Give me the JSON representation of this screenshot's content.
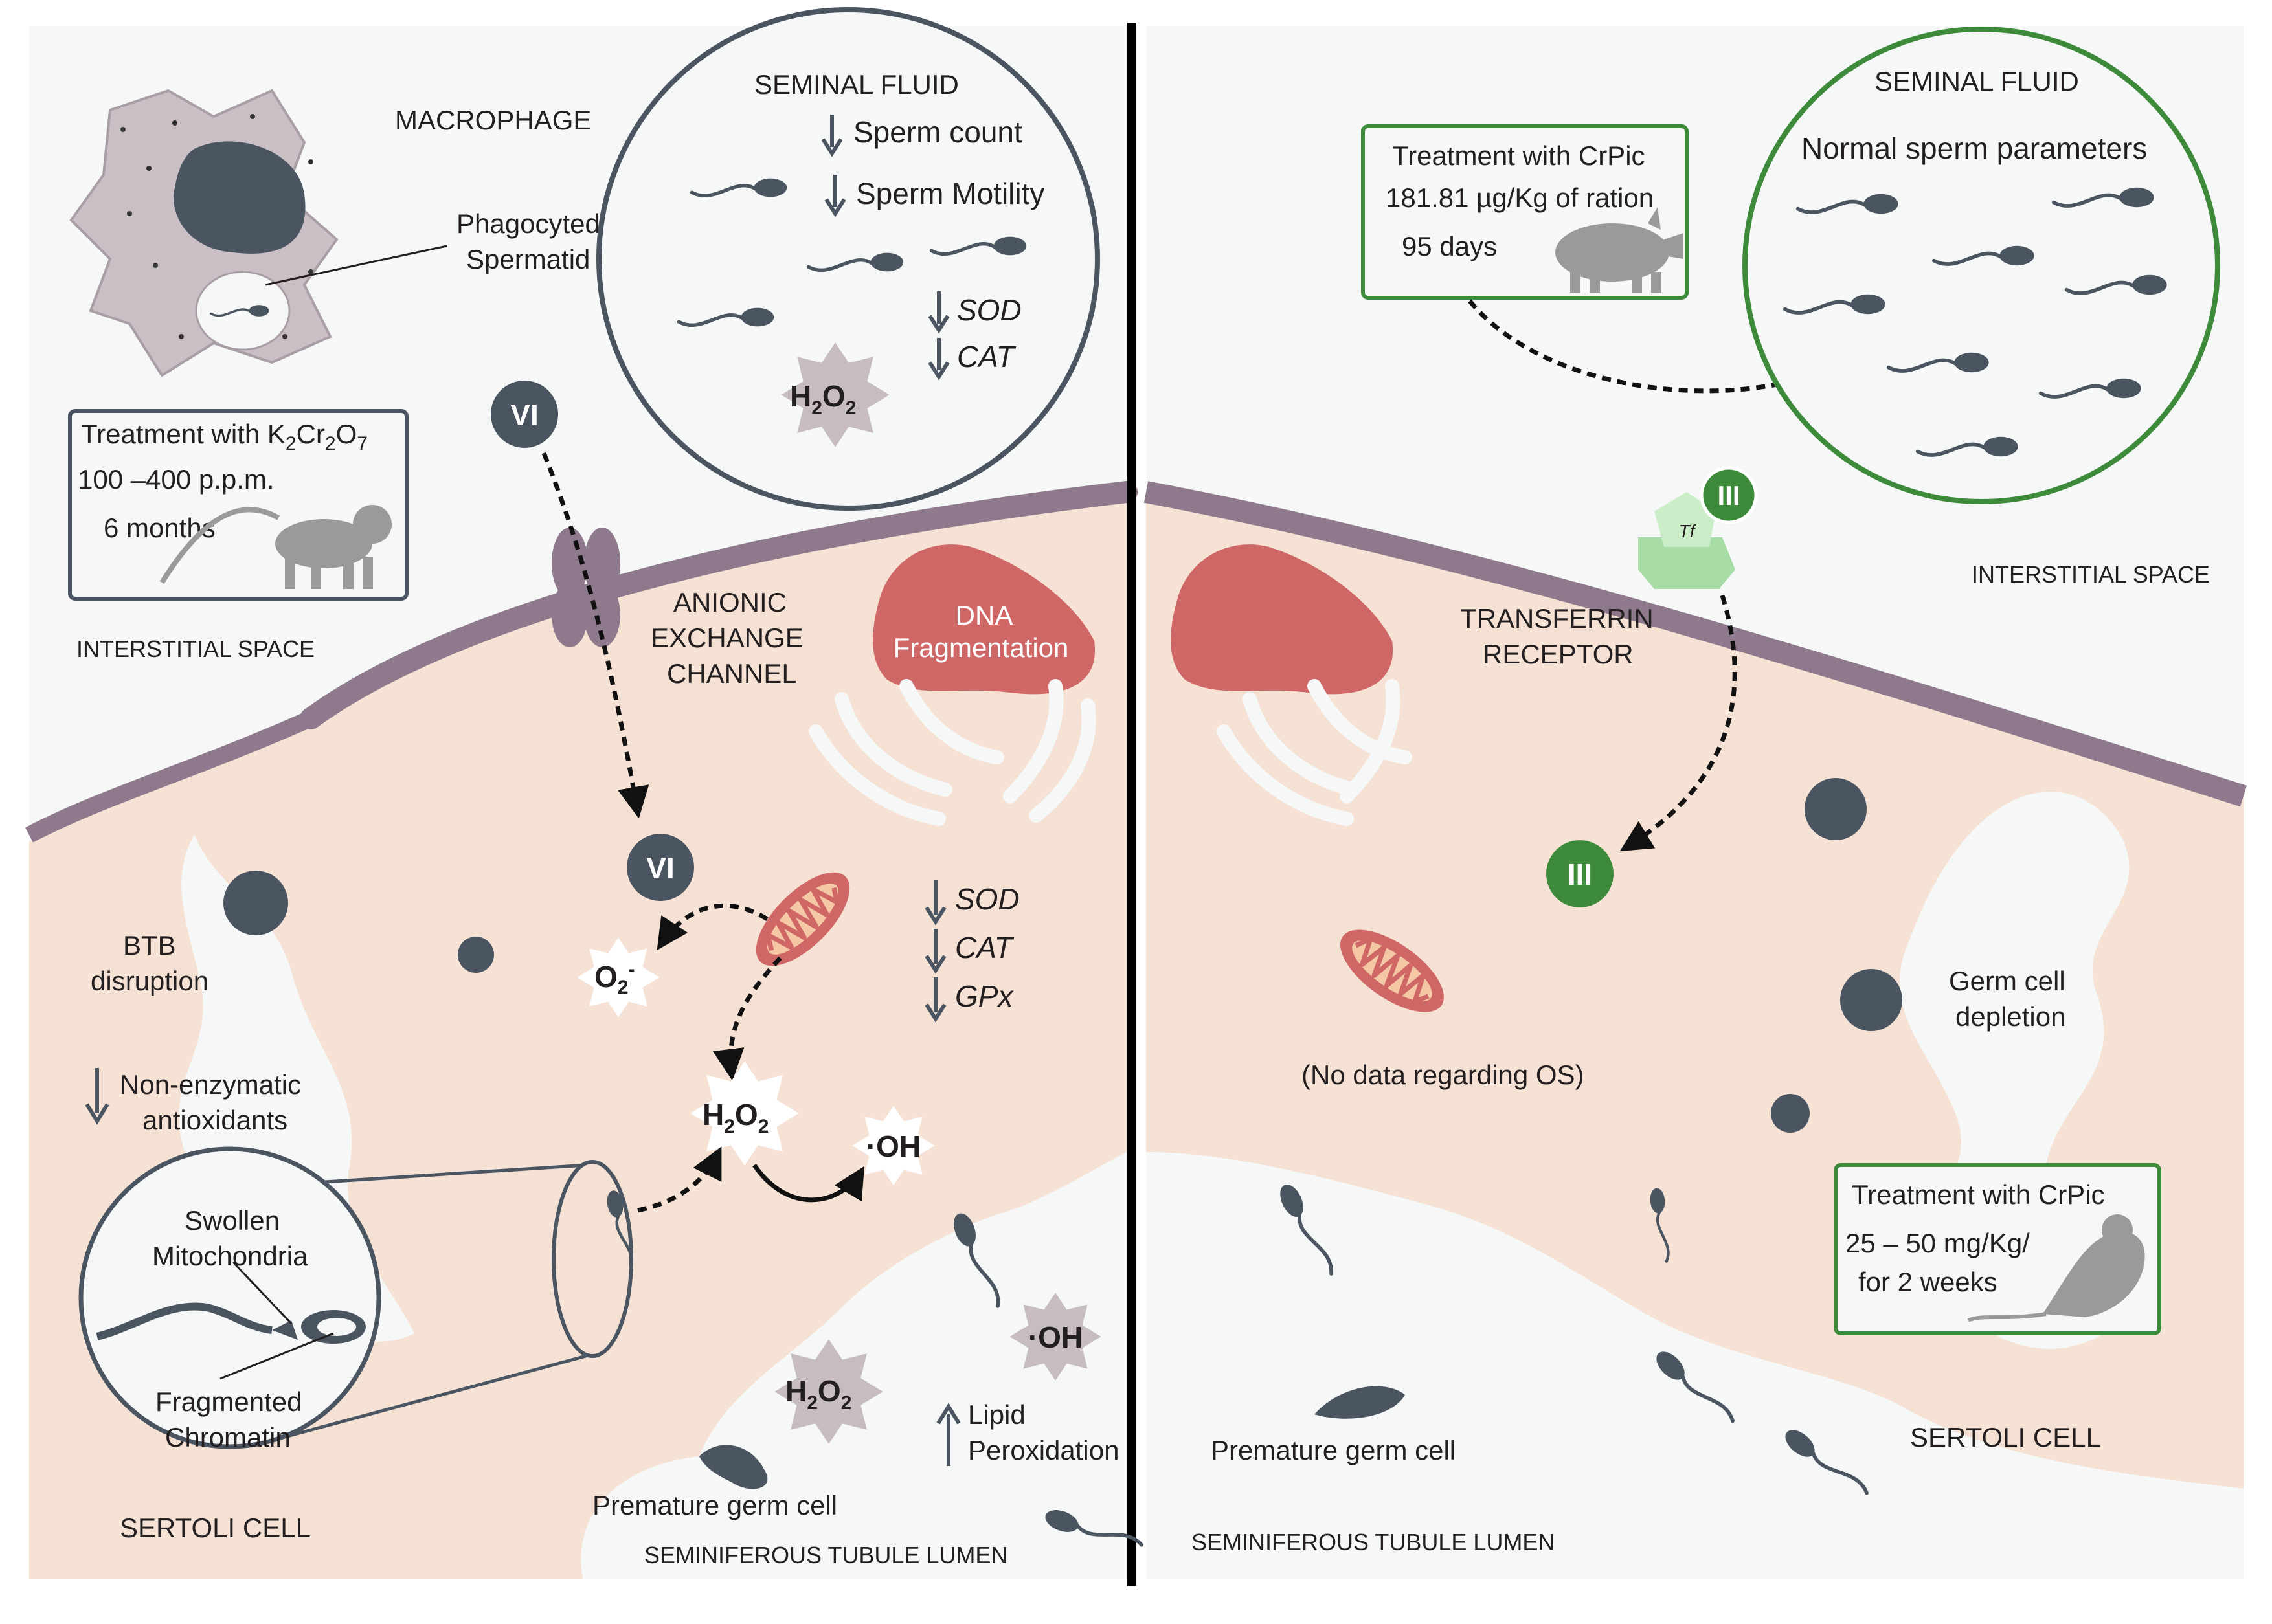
{
  "left_panel": {
    "macrophage": {
      "title": "MACROPHAGE",
      "phagocyted_line1": "Phagocyted",
      "phagocyted_line2": "Spermatid"
    },
    "seminal_fluid": {
      "title": "SEMINAL FLUID",
      "sperm_count": "Sperm count",
      "sperm_motility": "Sperm Motility",
      "sod": "SOD",
      "cat": "CAT",
      "h2o2": "H2O2"
    },
    "treatment": {
      "line1_prefix": "Treatment with K",
      "sub1": "2",
      "mid1": "Cr",
      "sub2": "2",
      "mid2": "O",
      "sub3": "7",
      "line2": "100 –400 p.p.m.",
      "line3": "6 months",
      "animal_icon": "monkey-icon"
    },
    "interstitial_space": "INTERSTITIAL SPACE",
    "chromium_in": "VI",
    "chromium_cell": "VI",
    "anion_channel_line1": "ANIONIC",
    "anion_channel_line2": "EXCHANGE",
    "anion_channel_line3": "CHANNEL",
    "dna_line1": "DNA",
    "dna_line2": "Fragmentation",
    "btb_line1": "BTB",
    "btb_line2": "disruption",
    "nonenzymatic_line1": "Non-enzymatic",
    "nonenzymatic_line2": "antioxidants",
    "superoxide": "O2",
    "h2o2_center": "H2O2",
    "hydroxyl": "·OH",
    "enzymes": {
      "sod": "SOD",
      "cat": "CAT",
      "gpx": "GPx"
    },
    "inset": {
      "swollen_line1": "Swollen",
      "swollen_line2": "Mitochondria",
      "fragmented_line1": "Fragmented",
      "fragmented_line2": "Chromatin"
    },
    "sertoli_cell": "SERTOLI CELL",
    "h2o2_lumen": "H2O2",
    "hydroxyl_lumen": "·OH",
    "lipid_line1": "Lipid",
    "lipid_line2": "Peroxidation",
    "premature_germ_cell": "Premature germ cell",
    "lumen": "SEMINIFEROUS TUBULE LUMEN"
  },
  "right_panel": {
    "treatment_pig": {
      "line1": "Treatment with CrPic",
      "line2": "181.81 µg/Kg of ration",
      "line3": "95 days",
      "animal_icon": "pig-icon"
    },
    "seminal_fluid": {
      "title": "SEMINAL FLUID",
      "normal": "Normal sperm parameters"
    },
    "interstitial_space": "INTERSTITIAL SPACE",
    "transferrin_line1": "TRANSFERRIN",
    "transferrin_line2": "RECEPTOR",
    "tf": "Tf",
    "chromium_receptor": "III",
    "chromium_cell": "III",
    "no_data": "(No data regarding OS)",
    "germ_depletion_line1": "Germ cell",
    "germ_depletion_line2": "depletion",
    "treatment_rat": {
      "line1": "Treatment with CrPic",
      "line2": "25 – 50 mg/Kg/",
      "line3": "for 2 weeks",
      "animal_icon": "rat-icon"
    },
    "sertoli_cell": "SERTOLI CELL",
    "premature_germ_cell": "Premature germ cell",
    "lumen": "SEMINIFEROUS TUBULE LUMEN"
  },
  "colors": {
    "background": "#f6f8f8",
    "cytoplasm": "#f6e2d5",
    "membrane": "#8e7a8c",
    "dark_slate": "#4a5561",
    "red": "#cf6766",
    "green": "#3c8a3a",
    "light_green": "#a8dca6",
    "gray_star": "#c6bcc1",
    "macrophage": "#c9bfc5"
  }
}
